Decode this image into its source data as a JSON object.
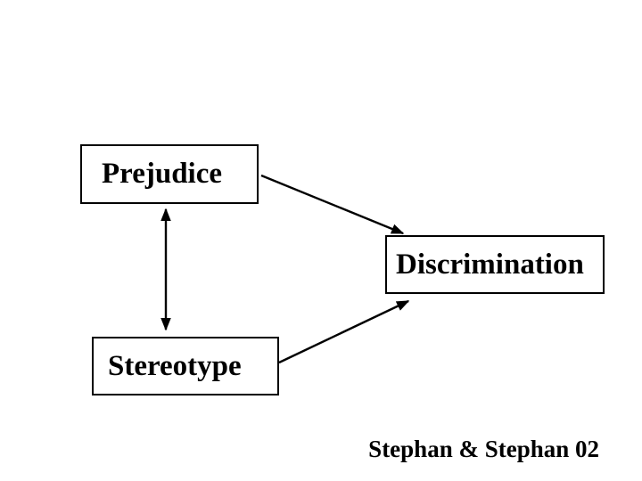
{
  "slide": {
    "colors": {
      "ink": "#000000",
      "background": "#ffffff"
    },
    "nodes": [
      {
        "id": "prejudice",
        "label": "Prejudice"
      },
      {
        "id": "discrimination",
        "label": "Discrimination"
      },
      {
        "id": "stereotype",
        "label": "Stereotype"
      }
    ],
    "edges": [
      {
        "from": "prejudice",
        "to": "stereotype",
        "direction": "bidirectional"
      },
      {
        "from": "prejudice",
        "to": "discrimination",
        "direction": "one-way"
      },
      {
        "from": "stereotype",
        "to": "discrimination",
        "direction": "one-way"
      }
    ],
    "citation": "Stephan & Stephan 02"
  }
}
